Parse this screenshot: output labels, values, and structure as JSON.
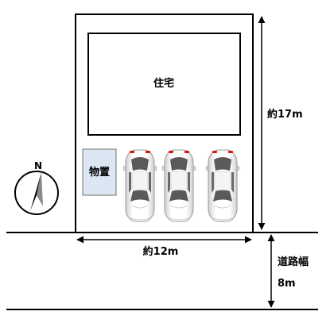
{
  "house": {
    "label": "住宅"
  },
  "shed": {
    "label": "物置"
  },
  "compass": {
    "label": "N"
  },
  "dimensions": {
    "depth": "約17m",
    "width": "約12m",
    "road_label": "道路幅",
    "road_width": "8m"
  },
  "parking": {
    "car_count": 3
  },
  "colors": {
    "lines": "#000000",
    "shed_fill": "#dce6f2",
    "car_body": "#ffffff",
    "car_glass": "#5a5a5a"
  }
}
